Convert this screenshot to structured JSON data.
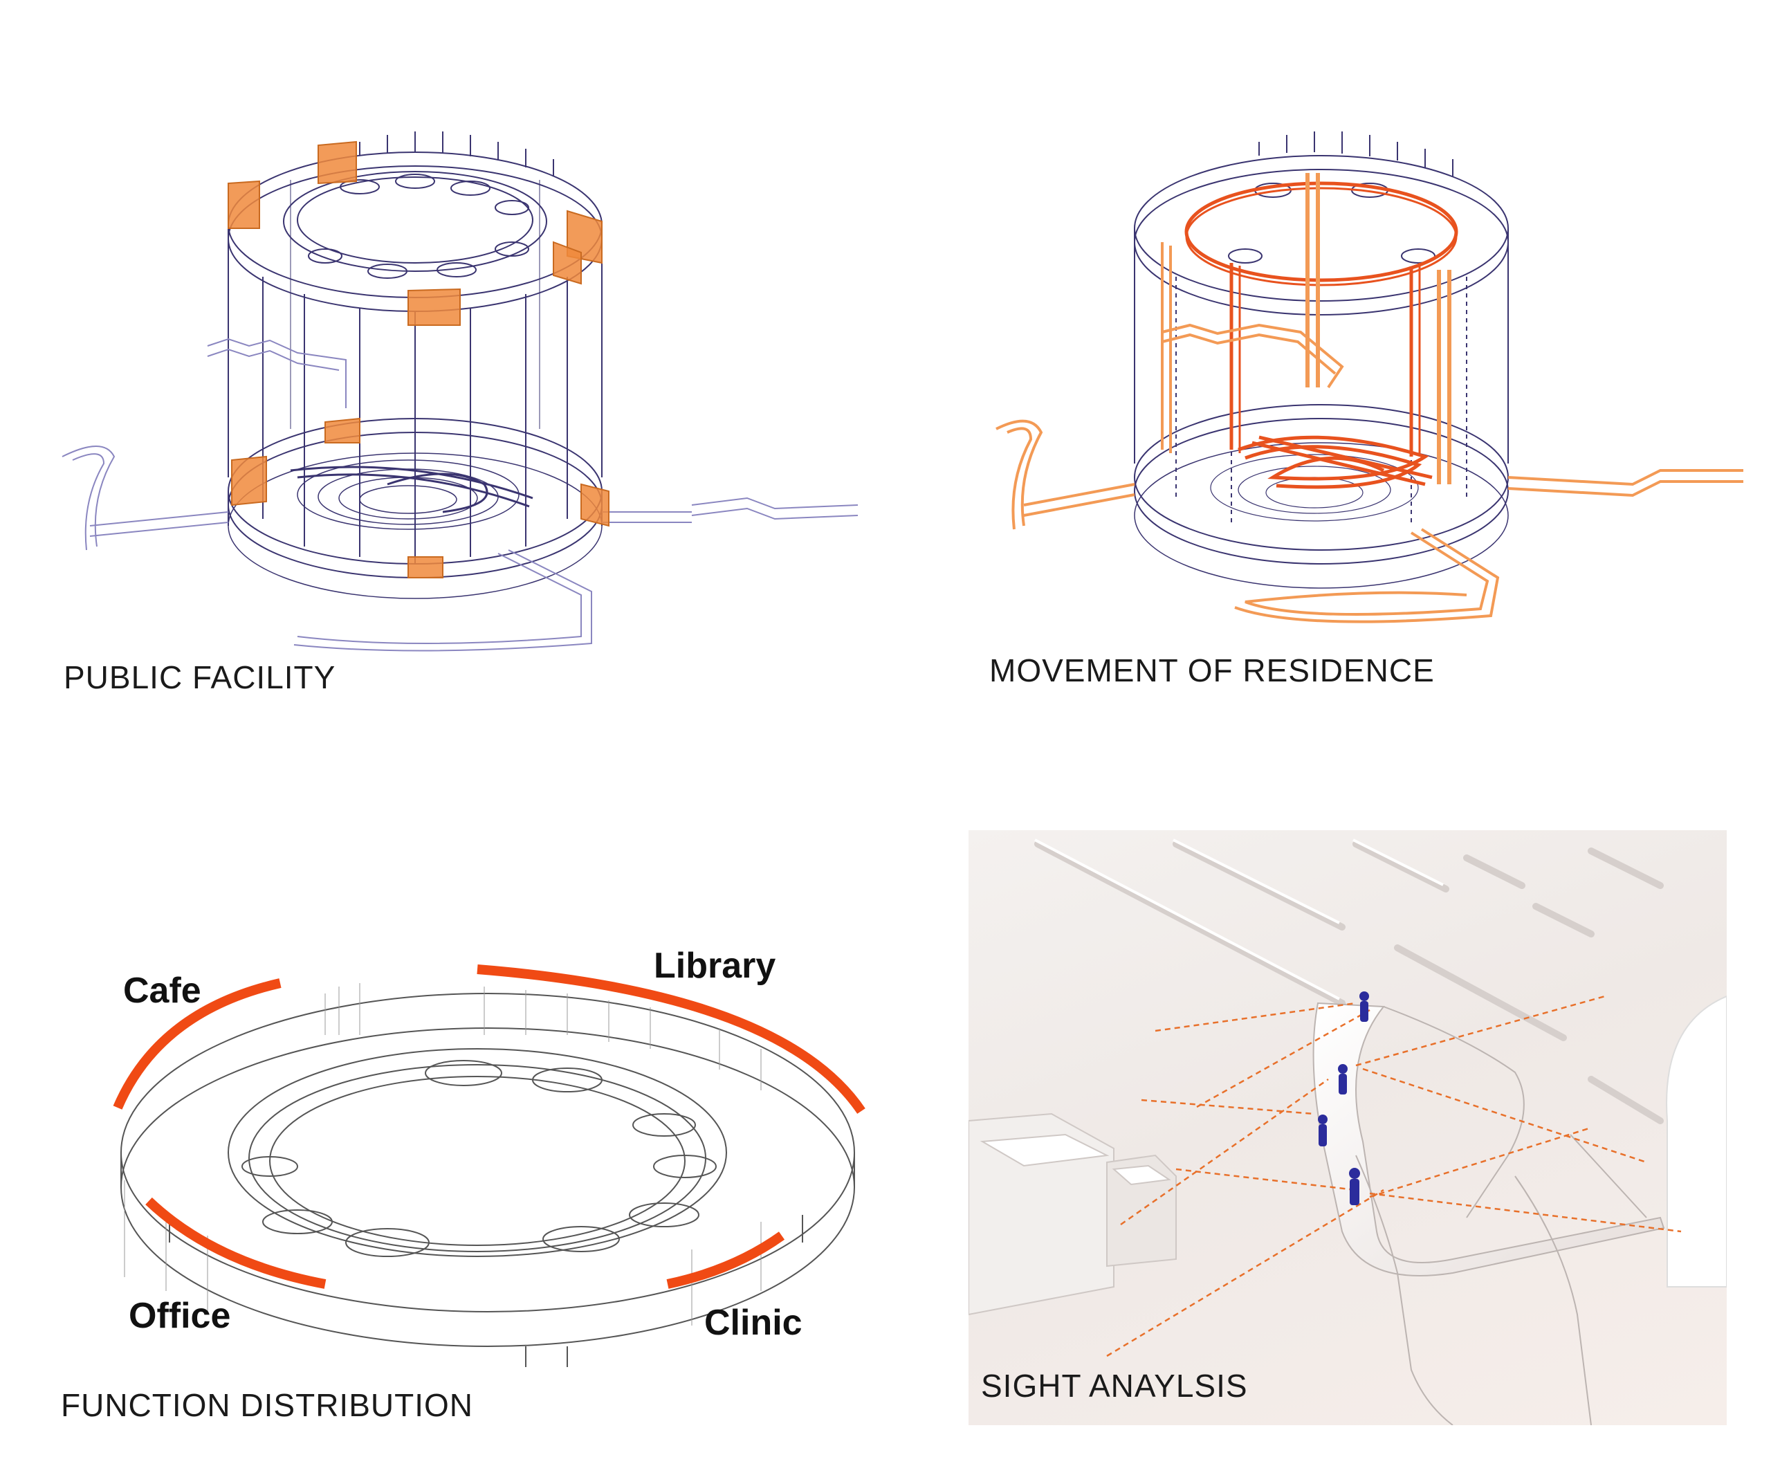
{
  "panels": {
    "public_facility": {
      "caption": "PUBLIC FACILITY"
    },
    "movement": {
      "caption": "MOVEMENT OF RESIDENCE"
    },
    "function_distribution": {
      "caption": "FUNCTION DISTRIBUTION",
      "labels": {
        "cafe": "Cafe",
        "library": "Library",
        "office": "Office",
        "clinic": "Clinic"
      }
    },
    "sight": {
      "caption": "SIGHT ANAYLSIS"
    }
  },
  "colors": {
    "line": "#3a3470",
    "facility_orange": "#f08a3c",
    "movement_orange": "#f39a55",
    "movement_red": "#e8521e",
    "function_red": "#f04a14",
    "sight_dash": "#e8702a",
    "figure_blue": "#2b2c9c"
  }
}
